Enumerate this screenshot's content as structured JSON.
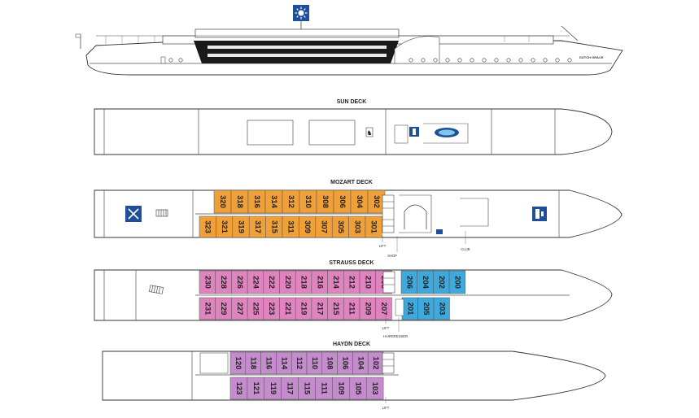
{
  "ship": {
    "name": "DUTCH GRACE"
  },
  "decks": {
    "sun": {
      "title": "SUN DECK"
    },
    "mozart": {
      "title": "MOZART DECK",
      "labels": {
        "lift": "LIFT",
        "shop": "SHOP",
        "club": "CLUB"
      },
      "top_cabins": [
        "320",
        "318",
        "316",
        "314",
        "312",
        "310",
        "308",
        "306",
        "304",
        "302"
      ],
      "bottom_cabins": [
        "323",
        "321",
        "319",
        "317",
        "315",
        "311",
        "309",
        "307",
        "305",
        "303",
        "301"
      ]
    },
    "strauss": {
      "title": "STRAUSS DECK",
      "labels": {
        "lift": "LIFT",
        "hairdresser": "HAIRDRESSER"
      },
      "top_pink": [
        "230",
        "228",
        "226",
        "224",
        "222",
        "220",
        "218",
        "216",
        "214",
        "212",
        "210",
        "208"
      ],
      "top_blue": [
        "206",
        "204",
        "202",
        "200"
      ],
      "bottom_pink": [
        "231",
        "229",
        "227",
        "225",
        "223",
        "221",
        "219",
        "217",
        "215",
        "211",
        "209",
        "207"
      ],
      "bottom_blue": [
        "201",
        "205",
        "203"
      ]
    },
    "haydn": {
      "title": "HAYDN DECK",
      "labels": {
        "lift": "LIFT"
      },
      "top_cabins": [
        "120",
        "118",
        "116",
        "114",
        "112",
        "110",
        "108",
        "106",
        "104",
        "102"
      ],
      "bottom_cabins": [
        "123",
        "121",
        "119",
        "117",
        "115",
        "111",
        "109",
        "105",
        "103"
      ]
    }
  },
  "colors": {
    "mozart": "#f0a038",
    "strauss_pink": "#e084bf",
    "strauss_blue": "#3ea9dc",
    "haydn": "#c48ccc",
    "icon_blue": "#1f4f99"
  },
  "icons": [
    "sun-icon",
    "restaurant-icon",
    "bar-icon",
    "lift-icon",
    "stairs-icon",
    "jacuzzi-icon",
    "chess-icon"
  ]
}
